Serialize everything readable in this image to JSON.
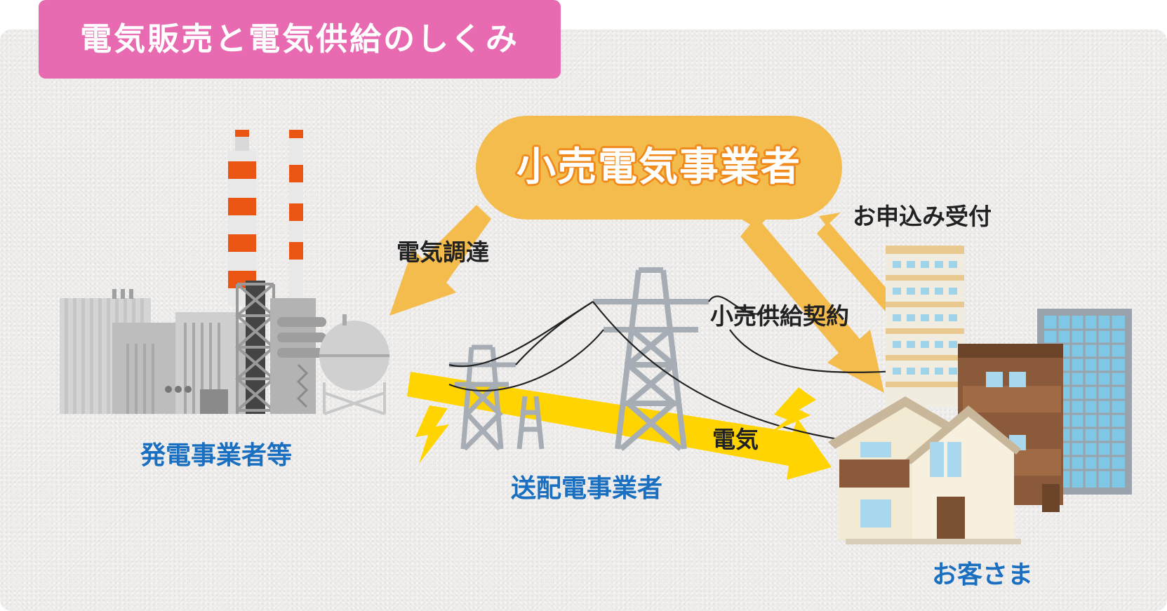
{
  "title": "電気販売と電気供給のしくみ",
  "nodes": {
    "retailer": "小売電気事業者",
    "generator": "発電事業者等",
    "transmission": "送配電事業者",
    "customer": "お客さま"
  },
  "flows": {
    "procurement": "電気調達",
    "application": "お申込み受付",
    "supply_contract": "小売供給契約",
    "electricity": "電気"
  },
  "colors": {
    "title_bg": "#e86ab0",
    "retailer_bg": "#f3bc4c",
    "retailer_outline": "#f08a1c",
    "arrow_orange": "#f3bc4c",
    "arrow_yellow": "#ffd400",
    "label_blue": "#1a6fc0"
  },
  "icons": [
    "power-plant-icon",
    "transmission-tower-icon",
    "lightning-icon",
    "house-icon",
    "apartment-building-icon",
    "office-building-icon"
  ]
}
